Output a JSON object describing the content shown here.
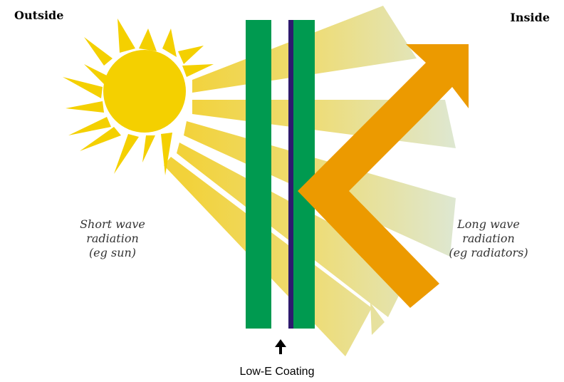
{
  "labels": {
    "outside": "Outside",
    "inside": "Inside",
    "short_wave": [
      "Short wave",
      "radiation",
      "(eg sun)"
    ],
    "long_wave": [
      "Long wave",
      "radiation",
      "(eg radiators)"
    ],
    "coating": "Low-E Coating"
  },
  "colors": {
    "sun": "#F4D000",
    "ray_start": "#F2D23A",
    "ray_end": "#E3EBD8",
    "glass": "#009A50",
    "coating": "#2E1A6E",
    "arrow": "#EC9A00",
    "pointer": "#000000"
  },
  "icons": {
    "sun": "sun-icon",
    "pointer": "up-arrow-icon",
    "reflection": "bent-arrow-icon"
  }
}
